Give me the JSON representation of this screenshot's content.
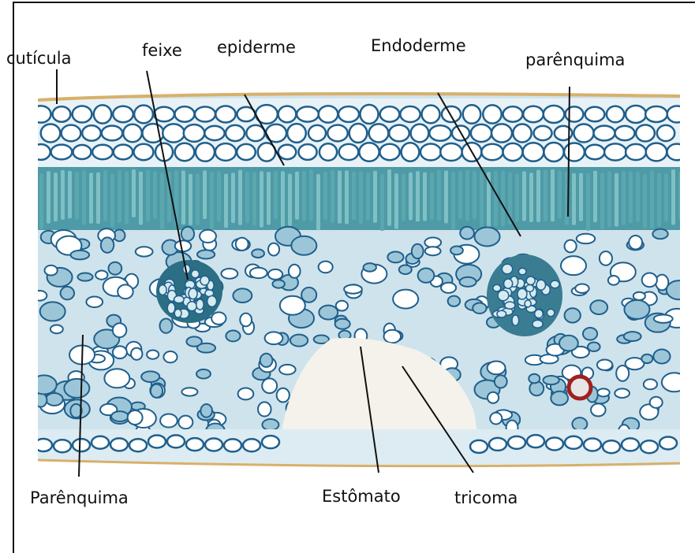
{
  "labels": {
    "cuticula": "cutícula",
    "feixe": "feixe",
    "epiderme": "epiderme",
    "endoderme": "Endoderme",
    "parenquima_top": "parênquima",
    "parenquima_bottom": "Parênquima",
    "estomato": "Estômato",
    "tricoma": "tricoma"
  },
  "colors": {
    "cell_wall": "#1f5f8c",
    "palisade": "#3f8f9a",
    "tissue_blue": "#6fa6c4",
    "cuticle": "#d9b06a",
    "background": "#ffffff"
  }
}
